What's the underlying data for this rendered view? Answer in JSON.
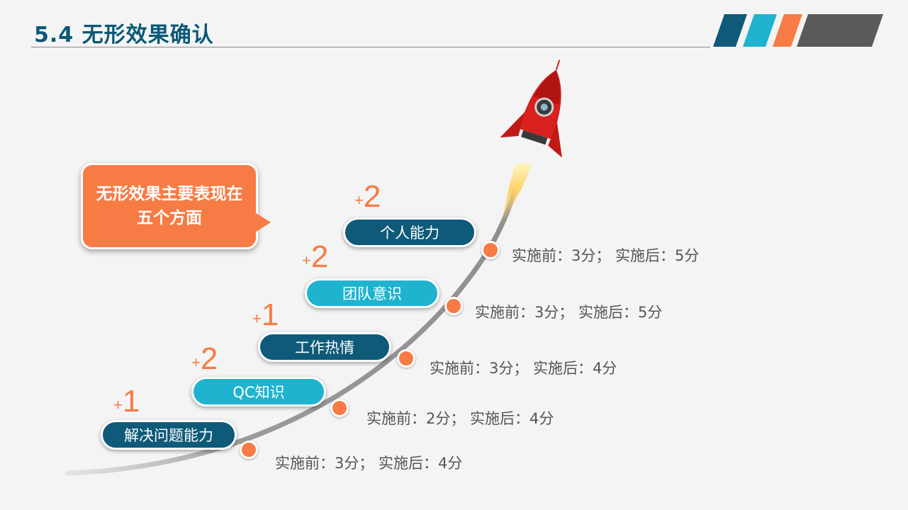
{
  "header": {
    "title": "5.4  无形效果确认"
  },
  "colors": {
    "dark_blue": "#0e5a78",
    "cyan": "#1fb3cf",
    "orange": "#f77b45",
    "gray": "#5a5a5a"
  },
  "callout": {
    "text": "无形效果主要表现在五个方面"
  },
  "items": [
    {
      "label": "个人能力",
      "plus": "+",
      "increment": "2",
      "score": "实施前：3分； 实施后：5分"
    },
    {
      "label": "团队意识",
      "plus": "+",
      "increment": "2",
      "score": "实施前：3分； 实施后：5分"
    },
    {
      "label": "工作热情",
      "plus": "+",
      "increment": "1",
      "score": "实施前：3分； 实施后：4分"
    },
    {
      "label": "QC知识",
      "plus": "+",
      "increment": "2",
      "score": "实施前：2分； 实施后：4分"
    },
    {
      "label": "解决问题能力",
      "plus": "+",
      "increment": "1",
      "score": "实施前：3分； 实施后：4分"
    }
  ],
  "icons": {
    "rocket": "rocket-icon"
  }
}
